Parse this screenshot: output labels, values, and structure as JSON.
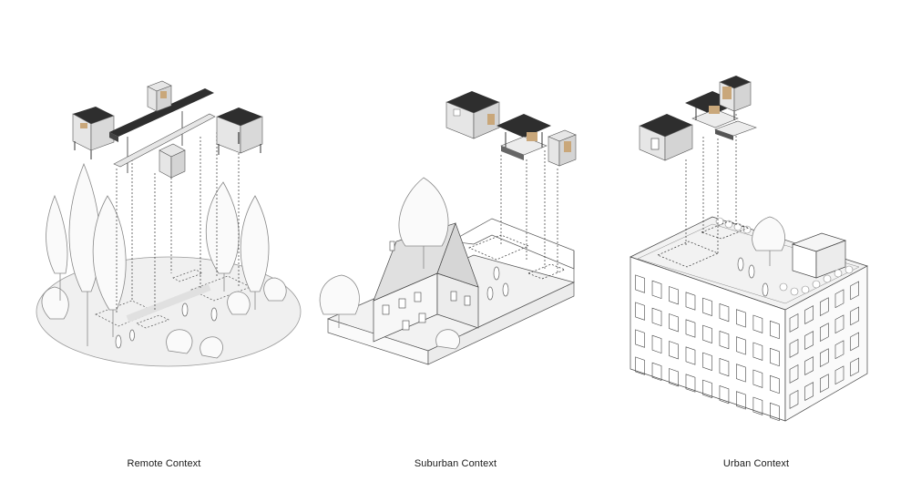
{
  "captions": {
    "remote": "Remote Context",
    "suburban": "Suburban Context",
    "urban": "Urban Context"
  },
  "colors": {
    "line": "#3a3a3a",
    "ground": "#f0f0f0",
    "roof": "#2e2e2e",
    "wood": "#c9a77a",
    "wall": "#e6e6e6",
    "background": "#ffffff"
  }
}
